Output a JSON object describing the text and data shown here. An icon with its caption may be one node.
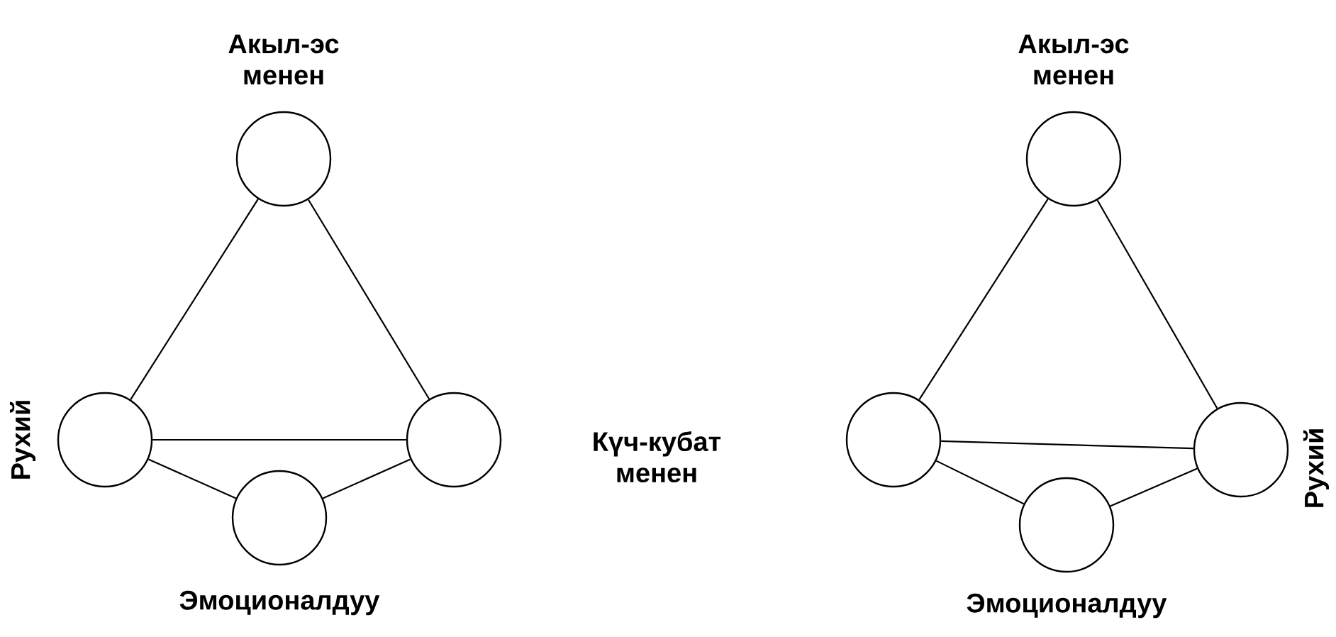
{
  "diagram": {
    "nodes": [
      {
        "text": [
          "Акыл-эс менен"
        ]
      },
      {
        "text": [
          "Рухий"
        ]
      },
      {
        "text": [],
        "shape": "circle"
      },
      {
        "text": [
          "Эмоционалдуу"
        ]
      },
      {
        "text": [
          "Акыл-эс менен"
        ]
      },
      {
        "text": [],
        "shape": "circle"
      },
      {
        "text": [
          "Рухий"
        ]
      },
      {
        "text": [
          "Эмоционалдуу"
        ]
      }
    ],
    "edges": [
      {
        "from": 0,
        "to": 1,
        "arrow": "none"
      },
      {
        "from": 0,
        "to": 2,
        "arrow": "none"
      },
      {
        "from": 1,
        "to": 2,
        "arrow": "none"
      },
      {
        "from": 1,
        "to": 3,
        "arrow": "none"
      },
      {
        "from": 3,
        "to": 2,
        "arrow": "none"
      },
      {
        "from": 4,
        "to": 5,
        "arrow": "none"
      },
      {
        "from": 4,
        "to": 6,
        "arrow": "none"
      },
      {
        "from": 5,
        "to": 6,
        "arrow": "none"
      },
      {
        "from": 5,
        "to": 7,
        "arrow": "none"
      },
      {
        "from": 7,
        "to": 6,
        "arrow": "none"
      }
    ],
    "labels": [
      "Күч-кубат менен"
    ]
  }
}
